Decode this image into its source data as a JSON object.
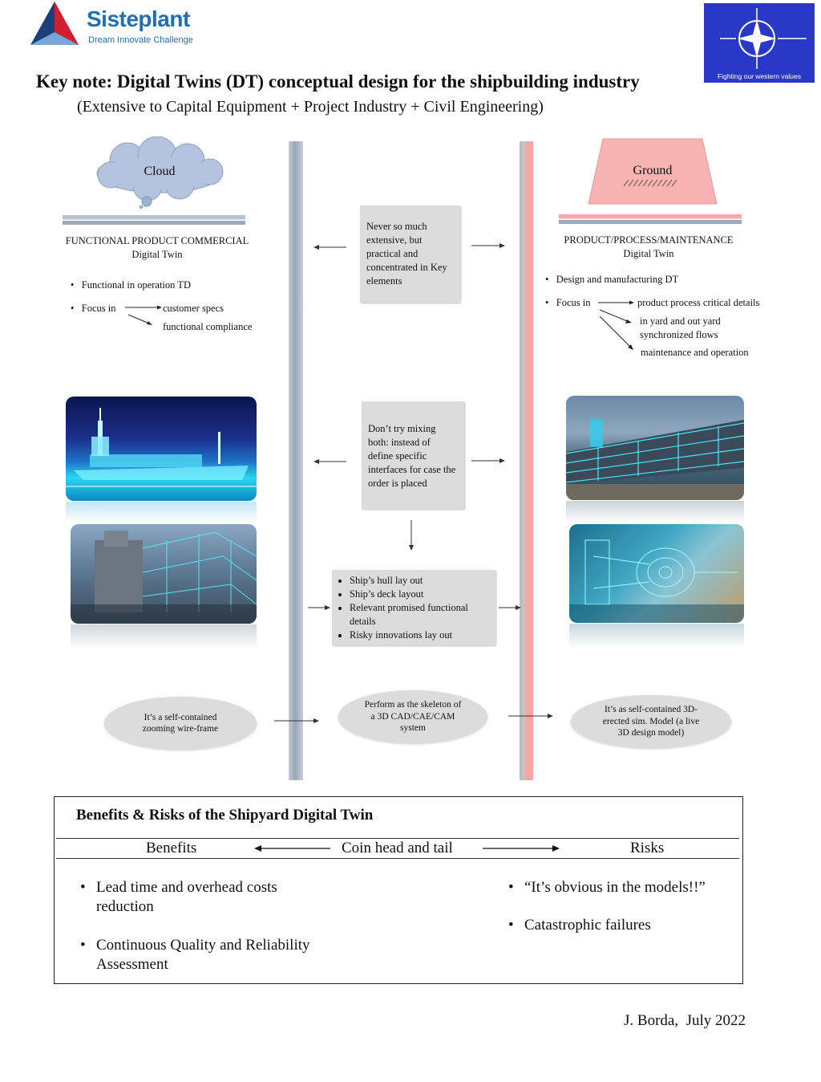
{
  "header": {
    "logo_name": "Sisteplant",
    "logo_tagline": "Dream Innovate Challenge",
    "badge_text": "Fighting our western values",
    "title": "Key note: Digital Twins (DT) conceptual design for the shipbuilding industry",
    "subtitle": "(Extensive to Capital Equipment + Project Industry + Civil Engineering)"
  },
  "left": {
    "cloud_label": "Cloud",
    "heading_line1": "FUNCTIONAL PRODUCT COMMERCIAL",
    "heading_line2": "Digital Twin",
    "bullet1": "Functional in operation TD",
    "bullet2": "Focus in",
    "focus_target1": "customer specs",
    "focus_target2": "functional compliance",
    "oval": "It’s a self-contained zooming wire-frame"
  },
  "right": {
    "ground_label": "Ground",
    "heading_line1": "PRODUCT/PROCESS/MAINTENANCE",
    "heading_line2": "Digital Twin",
    "bullet1": "Design and manufacturing DT",
    "bullet2": "Focus in",
    "focus_target1": "product process critical details",
    "focus_target2": "in yard and out yard synchronized flows",
    "focus_target3": "maintenance and operation",
    "oval": "It’s as self-contained 3D-erected sim. Model (a live 3D design model)"
  },
  "center": {
    "box1": "Never so much extensive, but practical and concentrated in Key elements",
    "box2": "Don’t try mixing both: instead of define specific interfaces for case the order is placed",
    "list": [
      "Ship’s hull lay out",
      "Ship’s deck layout",
      "Relevant promised functional details",
      "Risky innovations lay out"
    ],
    "oval": "Perform as the skeleton of a 3D CAD/CAE/CAM system"
  },
  "benefits_risks": {
    "title": "Benefits & Risks of the Shipyard Digital Twin",
    "col_benefits": "Benefits",
    "col_middle": "Coin head and tail",
    "col_risks": "Risks",
    "benefits": [
      "Lead time and overhead costs reduction",
      "Continuous Quality and Reliability Assessment"
    ],
    "risks": [
      "“It’s obvious in the models!!”",
      "Catastrophic failures"
    ]
  },
  "footer": {
    "signature": "J. Borda,  July 2022"
  },
  "colors": {
    "brand_blue": "#1f6fb5",
    "brand_red": "#d0202e",
    "badge_bg": "#2a38c8",
    "left_rail": "#aab4c4",
    "right_rail": "#f4a7a7",
    "cloud_fill": "#b4c4df",
    "ground_fill": "#f7b2b2"
  }
}
